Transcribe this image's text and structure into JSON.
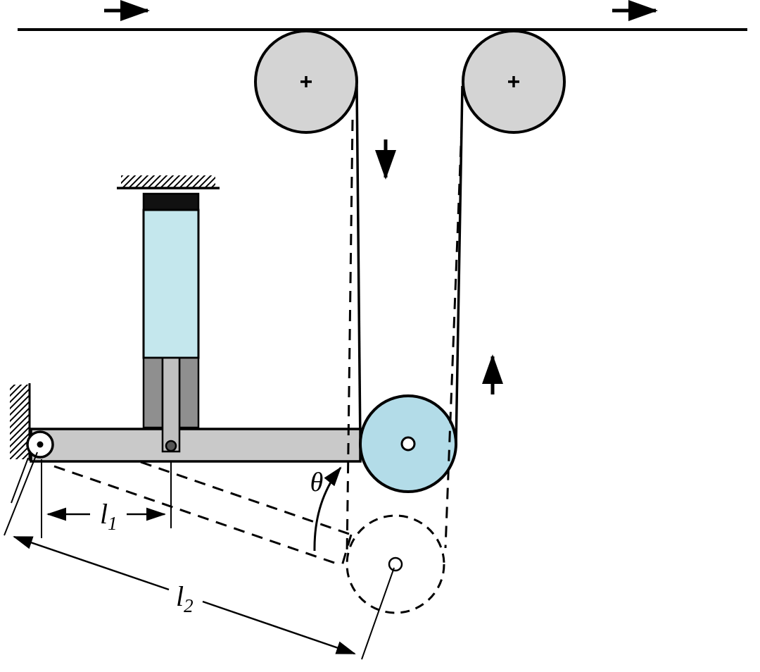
{
  "diagram": {
    "labels": {
      "l1": {
        "symbol": "l",
        "subscript": "1"
      },
      "l2": {
        "symbol": "l",
        "subscript": "2"
      },
      "theta": "θ"
    },
    "arrows": [
      {
        "name": "web-direction-top-left-arrow",
        "direction": "right"
      },
      {
        "name": "web-direction-top-right-arrow",
        "direction": "right"
      },
      {
        "name": "web-direction-down-arrow",
        "direction": "down"
      },
      {
        "name": "web-direction-up-arrow",
        "direction": "up"
      },
      {
        "name": "theta-rotation-arrow",
        "direction": "counterclockwise"
      }
    ],
    "colors": {
      "roller_gray": "#d4d4d4",
      "dancer_blue": "#b3dce8",
      "cylinder_blue": "#c4e7ed",
      "cap_black": "#111111",
      "guide_dark": "#8f8f8f",
      "rod_gray": "#c0c0c0",
      "lever_gray": "#c9c9c9",
      "pin_dark": "#555555",
      "hub_white": "#ffffff",
      "line_black": "#000000"
    }
  }
}
